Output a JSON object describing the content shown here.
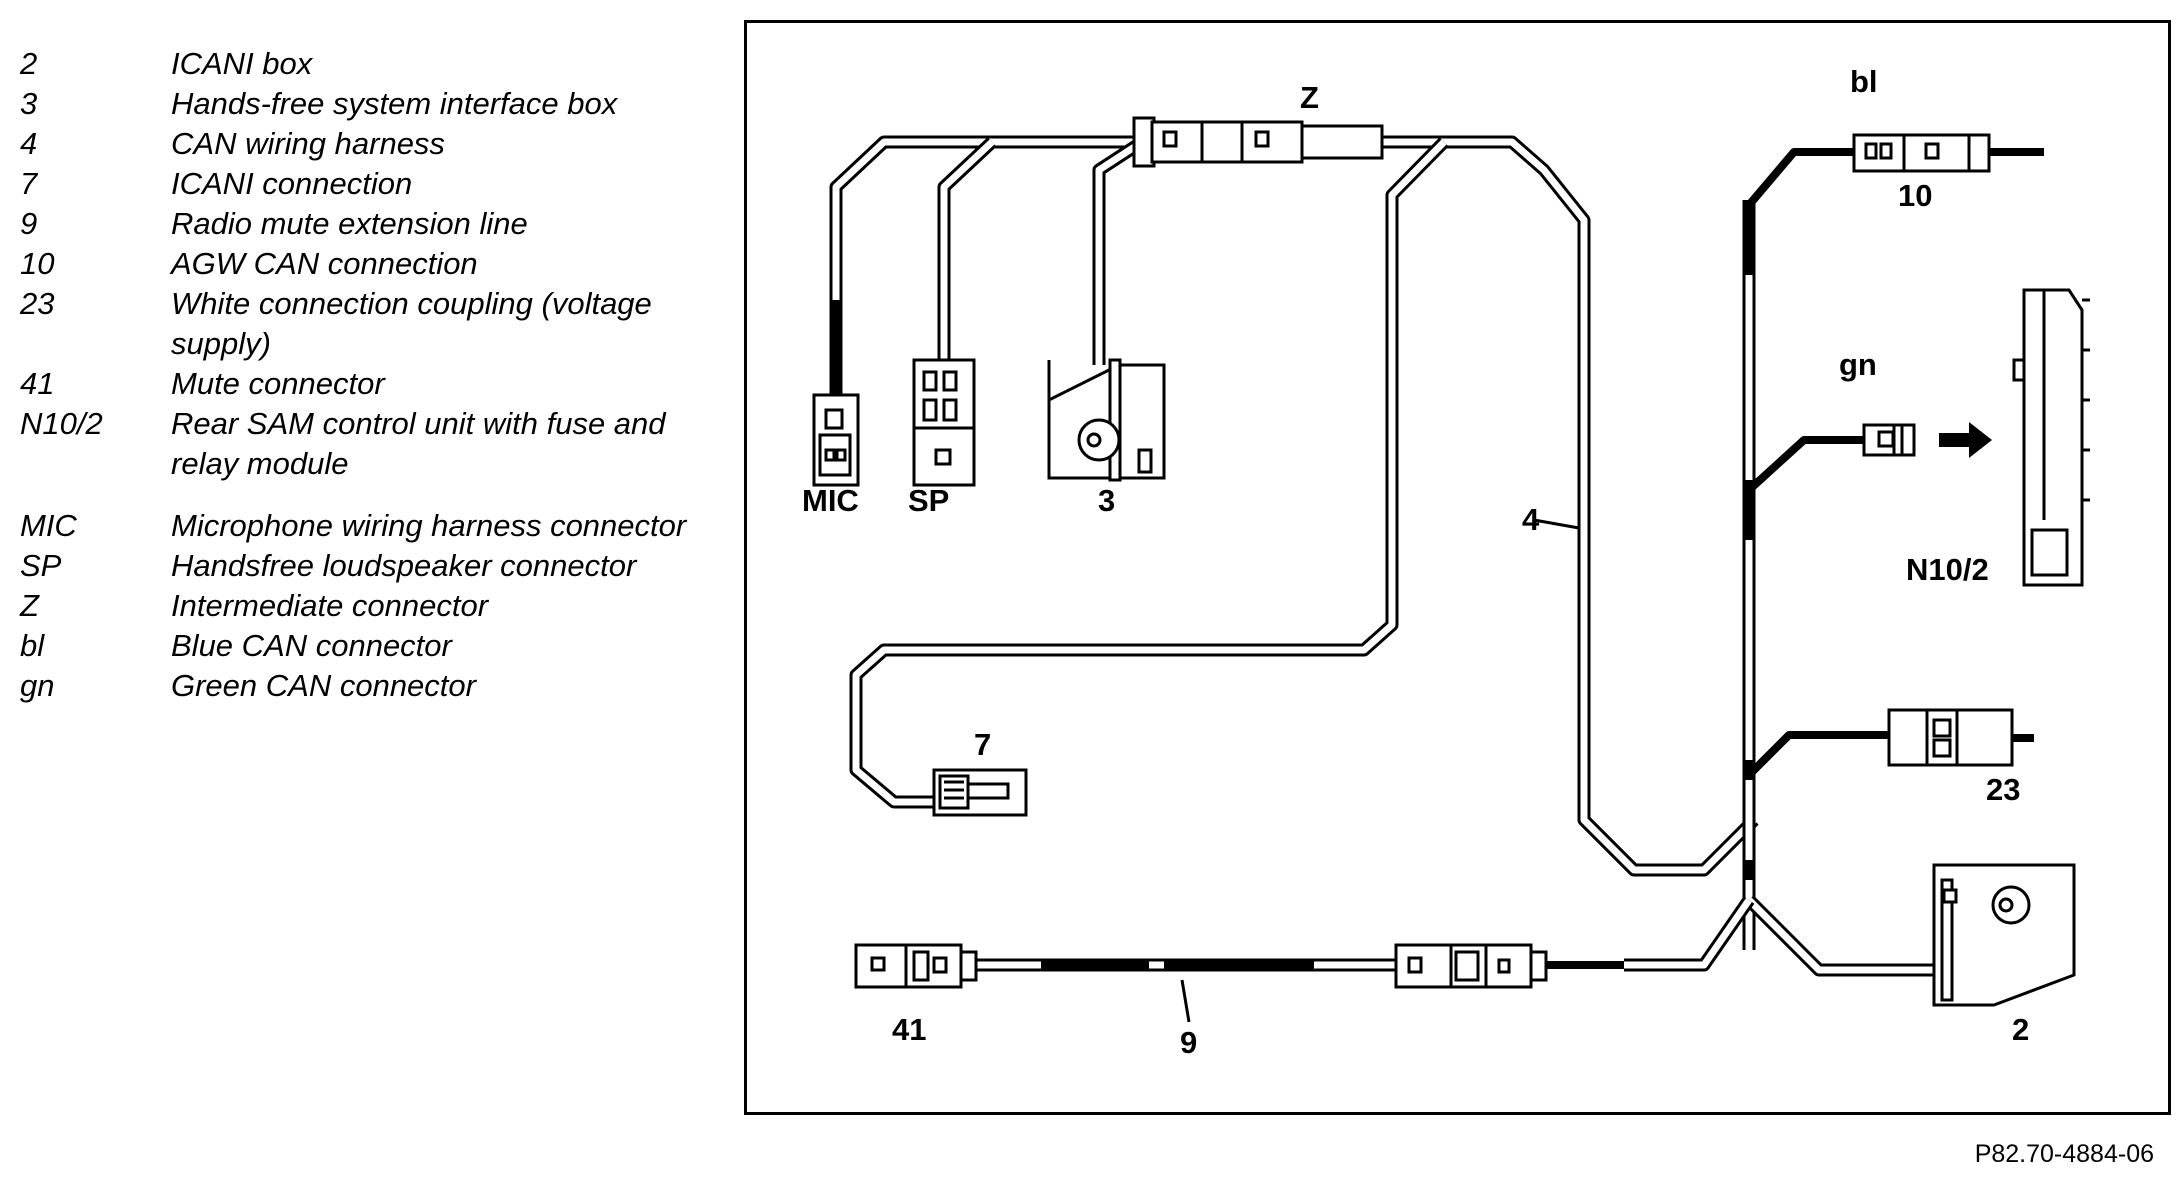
{
  "legend": [
    {
      "code": "2",
      "text": "ICANI box"
    },
    {
      "code": "3",
      "text": "Hands-free system interface box"
    },
    {
      "code": "4",
      "text": "CAN wiring harness"
    },
    {
      "code": "7",
      "text": "ICANI connection"
    },
    {
      "code": "9",
      "text": "Radio mute extension line"
    },
    {
      "code": "10",
      "text": "AGW CAN connection"
    },
    {
      "code": "23",
      "text": "White connection coupling (voltage supply)"
    },
    {
      "code": "41",
      "text": "Mute connector"
    },
    {
      "code": "N10/2",
      "text": "Rear SAM control unit with fuse and relay module"
    },
    {
      "code": "MIC",
      "text": "Microphone wiring harness connector"
    },
    {
      "code": "SP",
      "text": "Handsfree loudspeaker connector"
    },
    {
      "code": "Z",
      "text": "Intermediate connector"
    },
    {
      "code": "bl",
      "text": "Blue CAN connector"
    },
    {
      "code": "gn",
      "text": "Green CAN connector"
    }
  ],
  "callouts": {
    "z": "Z",
    "bl": "bl",
    "c10": "10",
    "gn": "gn",
    "n10_2": "N10/2",
    "mic": "MIC",
    "sp": "SP",
    "c3": "3",
    "c4": "4",
    "c7": "7",
    "c23": "23",
    "c2": "2",
    "c41": "41",
    "c9": "9"
  },
  "figure_code": "P82.70-4884-06"
}
